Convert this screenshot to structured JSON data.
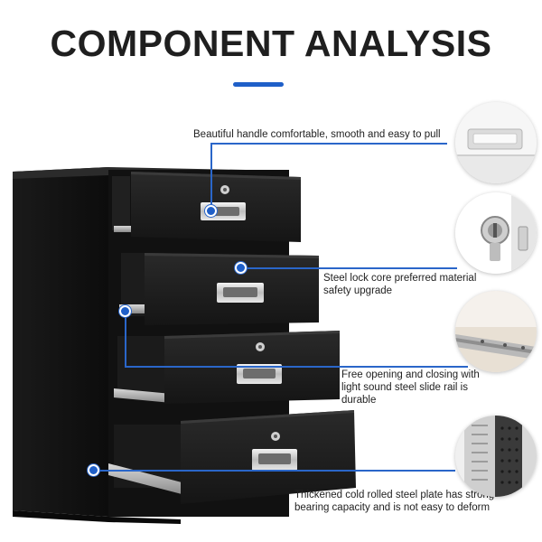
{
  "heading": {
    "title": "COMPONENT ANALYSIS"
  },
  "accent_color": "#1f5fc8",
  "callouts": [
    {
      "lines": [
        "Beautiful handle comfortable, smooth and easy to pull"
      ]
    },
    {
      "lines": [
        "Steel lock core preferred material",
        "safety upgrade"
      ]
    },
    {
      "lines": [
        "Free opening and closing with",
        "light sound steel slide rail is",
        "durable"
      ]
    },
    {
      "lines": [
        "Thickened cold rolled steel plate has strong",
        "bearing capacity and is not easy to deform"
      ]
    }
  ]
}
